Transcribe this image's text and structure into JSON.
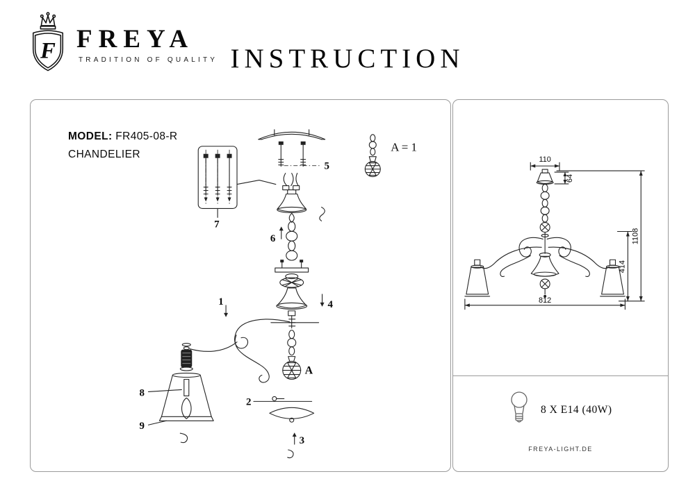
{
  "header": {
    "brand": "FREYA",
    "tagline": "TRADITION OF QUALITY",
    "title": "INSTRUCTION",
    "logo_letter": "F"
  },
  "left_panel": {
    "model_label": "MODEL:",
    "model_value": "FR405-08-R",
    "product_type": "CHANDELIER",
    "legend_note": "A = 1",
    "crystal_label": "A",
    "parts": {
      "p1": "1",
      "p2": "2",
      "p3": "3",
      "p4": "4",
      "p5": "5",
      "p6": "6",
      "p7": "7",
      "p8": "8",
      "p9": "9"
    }
  },
  "right_panel": {
    "dimensions": {
      "canopy_width": "110",
      "canopy_height": "64",
      "body_height": "414",
      "total_height": "1108",
      "span_width": "812"
    },
    "bulb_spec": "8 X E14 (40W)",
    "website": "FREYA-LIGHT.DE"
  },
  "colors": {
    "ink": "#1a1a1a",
    "panel_border": "#9a9a9a",
    "background": "#ffffff"
  }
}
